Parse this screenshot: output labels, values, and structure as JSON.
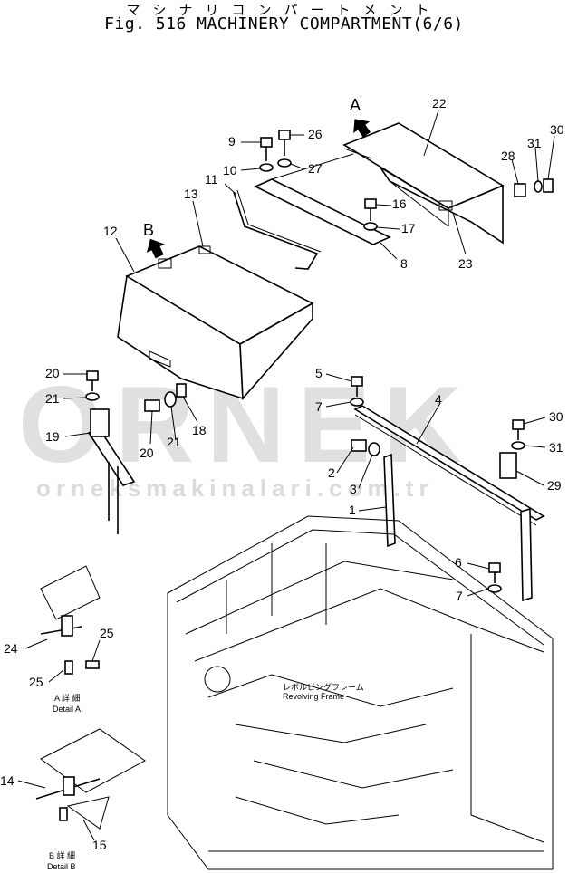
{
  "header": {
    "title_jp": "マシナリコンパートメント",
    "title_en": "Fig. 516 MACHINERY COMPARTMENT(6/6)"
  },
  "callouts": {
    "p1": "1",
    "p2": "2",
    "p3": "3",
    "p4": "4",
    "p5": "5",
    "p6": "6",
    "p7a": "7",
    "p7b": "7",
    "p8": "8",
    "p9": "9",
    "p10": "10",
    "p11": "11",
    "p12": "12",
    "p13": "13",
    "p14": "14",
    "p15": "15",
    "p16": "16",
    "p17": "17",
    "p18": "18",
    "p19": "19",
    "p20a": "20",
    "p20b": "20",
    "p21a": "21",
    "p21b": "21",
    "p22": "22",
    "p23": "23",
    "p24": "24",
    "p25a": "25",
    "p25b": "25",
    "p26": "26",
    "p27": "27",
    "p28": "28",
    "p29": "29",
    "p30a": "30",
    "p30b": "30",
    "p31a": "31",
    "p31b": "31",
    "view_a": "A",
    "view_b": "B"
  },
  "annotations": {
    "frame_jp": "レボルビングフレーム",
    "frame_en": "Revolving Frame",
    "detail_a_jp": "A 詳 細",
    "detail_a_en": "Detail A",
    "detail_b_jp": "B 詳 細",
    "detail_b_en": "Detail B"
  },
  "watermark": {
    "brand": "ORNEK",
    "site": "orneksmakinalari.com.tr"
  }
}
